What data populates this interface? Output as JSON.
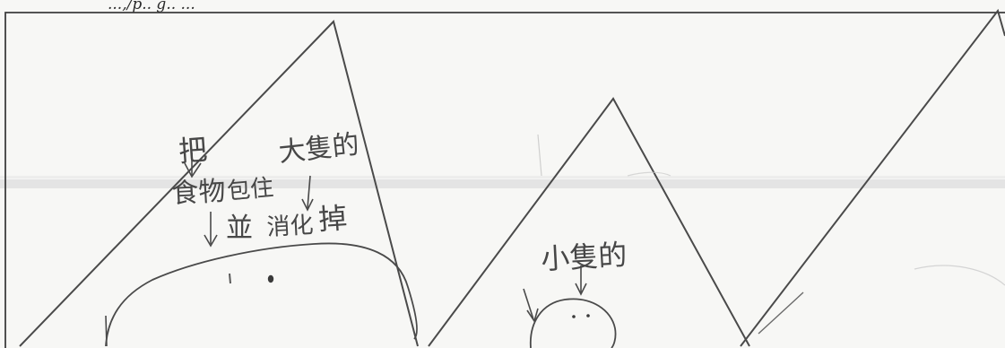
{
  "caption": {
    "fragment": "...,/p.. g.. ..."
  },
  "labels": {
    "ba": "把",
    "food": "食物",
    "bao_zhu": "包住",
    "big": "大隻的",
    "bing": "並",
    "xiao_hua": "消化",
    "diao": "掉",
    "small": "小隻的"
  }
}
